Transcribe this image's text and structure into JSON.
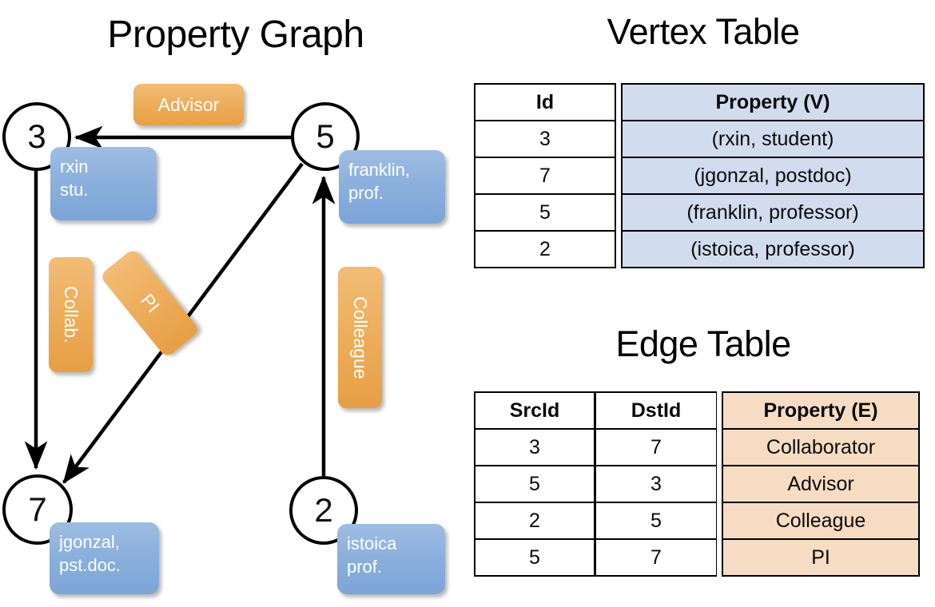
{
  "titles": {
    "property_graph": "Property Graph",
    "vertex_table": "Vertex Table",
    "edge_table": "Edge Table"
  },
  "graph": {
    "nodes": [
      {
        "id": "3",
        "property": "rxin\nstu."
      },
      {
        "id": "5",
        "property": "franklin,\nprof."
      },
      {
        "id": "7",
        "property": "jgonzal,\npst.doc."
      },
      {
        "id": "2",
        "property": "istoica\nprof."
      }
    ],
    "node_labels": {
      "n3": "3",
      "n5": "5",
      "n7": "7",
      "n2": "2"
    },
    "property_boxes": {
      "rxin_line1": "rxin",
      "rxin_line2": "stu.",
      "franklin_line1": "franklin,",
      "franklin_line2": "prof.",
      "jgonzal_line1": "jgonzal,",
      "jgonzal_line2": "pst.doc.",
      "istoica_line1": "istoica",
      "istoica_line2": "prof."
    },
    "edge_labels": {
      "advisor": "Advisor",
      "collab": "Collab.",
      "pi": "PI",
      "colleague": "Colleague"
    },
    "edges": [
      {
        "src": "5",
        "dst": "3",
        "label": "Advisor"
      },
      {
        "src": "3",
        "dst": "7",
        "label": "Collab."
      },
      {
        "src": "5",
        "dst": "7",
        "label": "PI"
      },
      {
        "src": "2",
        "dst": "5",
        "label": "Colleague"
      }
    ]
  },
  "vertex_table": {
    "headers": [
      "Id",
      "Property (V)"
    ],
    "rows": [
      {
        "id": "3",
        "property": "(rxin, student)"
      },
      {
        "id": "7",
        "property": "(jgonzal, postdoc)"
      },
      {
        "id": "5",
        "property": "(franklin, professor)"
      },
      {
        "id": "2",
        "property": "(istoica, professor)"
      }
    ]
  },
  "edge_table": {
    "headers": [
      "SrcId",
      "DstId",
      "Property (E)"
    ],
    "rows": [
      {
        "src": "3",
        "dst": "7",
        "property": "Collaborator"
      },
      {
        "src": "5",
        "dst": "3",
        "property": "Advisor"
      },
      {
        "src": "2",
        "dst": "5",
        "property": "Colleague"
      },
      {
        "src": "5",
        "dst": "7",
        "property": "PI"
      }
    ]
  },
  "colors": {
    "vertex_property_fill": "#d2dcef",
    "edge_property_fill": "#f6dcc2",
    "node_box_blue": "#8cb0dc",
    "edge_label_orange": "#edad5b",
    "stroke": "#000000"
  }
}
